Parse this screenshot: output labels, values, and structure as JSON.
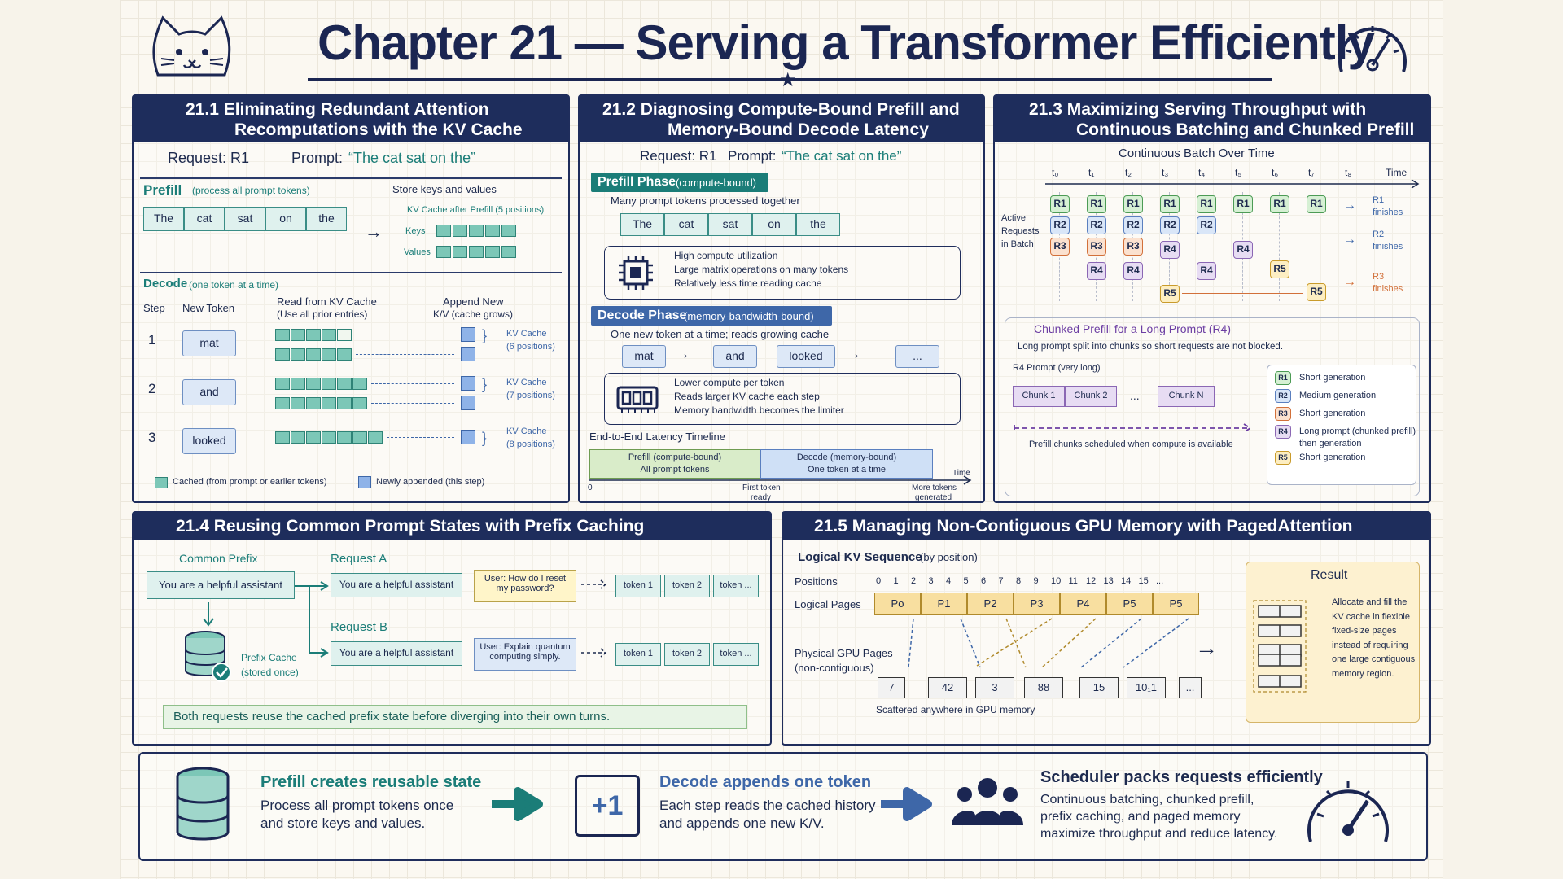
{
  "title": "Chapter 21 — Serving a Transformer Efficiently",
  "p1": {
    "head1": "21.1  Eliminating Redundant Attention",
    "head2": "Recomputations with the KV Cache",
    "request": "Request: R1",
    "prompt_label": "Prompt:",
    "prompt": "“The cat sat on the”",
    "prefill": "Prefill",
    "prefill_note": "(process all prompt tokens)",
    "tokens": [
      "The",
      "cat",
      "sat",
      "on",
      "the"
    ],
    "store": "Store keys and values",
    "kv_after": "KV Cache after Prefill (5 positions)",
    "keys": "Keys",
    "values": "Values",
    "decode": "Decode",
    "decode_note": "(one token at a time)",
    "col_step": "Step",
    "col_new": "New Token",
    "col_read1": "Read from KV Cache",
    "col_read2": "(Use all prior entries)",
    "col_app1": "Append New",
    "col_app2": "K/V (cache grows)",
    "rows": [
      {
        "step": "1",
        "token": "mat",
        "kv1": "KV Cache",
        "kv2": "(6 positions)"
      },
      {
        "step": "2",
        "token": "and",
        "kv1": "KV Cache",
        "kv2": "(7 positions)"
      },
      {
        "step": "3",
        "token": "looked",
        "kv1": "KV Cache",
        "kv2": "(8 positions)"
      }
    ],
    "legend_cached": "Cached (from prompt or earlier tokens)",
    "legend_new": "Newly appended (this step)"
  },
  "p2": {
    "head1": "21.2  Diagnosing Compute-Bound Prefill and",
    "head2": "Memory-Bound Decode Latency",
    "request": "Request: R1",
    "prompt_label": "Prompt:",
    "prompt": "“The cat sat on the”",
    "prefill_tag": "Prefill Phase",
    "prefill_tag_note": "(compute-bound)",
    "prefill_sub": "Many prompt tokens processed together",
    "tokens": [
      "The",
      "cat",
      "sat",
      "on",
      "the"
    ],
    "prefill_lines": [
      "High compute utilization",
      "Large matrix operations on many tokens",
      "Relatively less time reading cache"
    ],
    "decode_tag": "Decode Phase",
    "decode_tag_note": "(memory-bandwidth-bound)",
    "decode_sub": "One new token at a time; reads growing cache",
    "decode_tokens": [
      "mat",
      "and",
      "looked",
      "..."
    ],
    "decode_lines": [
      "Lower compute per token",
      "Reads larger KV cache each step",
      "Memory bandwidth becomes the limiter"
    ],
    "timeline": "End-to-End Latency Timeline",
    "bar_prefill1": "Prefill (compute-bound)",
    "bar_prefill2": "All prompt tokens",
    "bar_decode1": "Decode (memory-bound)",
    "bar_decode2": "One token at a time",
    "time": "Time",
    "zero": "0",
    "first1": "First token",
    "first2": "ready",
    "more1": "More tokens",
    "more2": "generated"
  },
  "p3": {
    "head1": "21.3  Maximizing Serving Throughput with",
    "head2": "Continuous Batching and Chunked Prefill",
    "cb_title": "Continuous Batch Over Time",
    "ticks": [
      "t₀",
      "t₁",
      "t₂",
      "t₃",
      "t₄",
      "t₅",
      "t₆",
      "t₇",
      "t₈"
    ],
    "time": "Time",
    "active": [
      "Active",
      "Requests",
      "in Batch"
    ],
    "r1fin1": "R1",
    "r1fin2": "finishes",
    "r2fin1": "R2",
    "r2fin2": "finishes",
    "r3fin1": "R3",
    "r3fin2": "finishes",
    "chunk_title": "Chunked Prefill for a Long Prompt (R4)",
    "chunk_sub": "Long prompt split into chunks so short requests are not blocked.",
    "r4prompt": "R4 Prompt (very long)",
    "chunks": [
      "Chunk 1",
      "Chunk 2",
      "...",
      "Chunk N"
    ],
    "sched": "Prefill chunks scheduled when compute is available",
    "legend": [
      {
        "id": "R1",
        "text": "Short generation"
      },
      {
        "id": "R2",
        "text": "Medium generation"
      },
      {
        "id": "R3",
        "text": "Short generation"
      },
      {
        "id": "R4",
        "text": "Long prompt (chunked prefill)",
        "text2": "then generation"
      },
      {
        "id": "R5",
        "text": "Short generation"
      }
    ]
  },
  "p4": {
    "head": "21.4  Reusing Common Prompt States with Prefix Caching",
    "common": "Common Prefix",
    "prefix": "You are a helpful assistant",
    "req_a": "Request A",
    "req_b": "Request B",
    "user_a1": "User: How do I reset",
    "user_a2": "my password?",
    "user_b1": "User: Explain quantum",
    "user_b2": "computing simply.",
    "tok": [
      "token 1",
      "token 2",
      "token ..."
    ],
    "cache1": "Prefix Cache",
    "cache2": "(stored once)",
    "note": "Both requests reuse the cached prefix state before diverging into their own turns."
  },
  "p5": {
    "head": "21.5  Managing Non-Contiguous GPU Memory with PagedAttention",
    "logical": "Logical KV Sequence",
    "logical_note": "(by position)",
    "positions": "Positions",
    "pos": [
      "0",
      "1",
      "2",
      "3",
      "4",
      "5",
      "6",
      "7",
      "8",
      "9",
      "10",
      "11",
      "12",
      "13",
      "14",
      "15",
      "..."
    ],
    "logical_pages": "Logical Pages",
    "pages": [
      "Po",
      "P1",
      "P2",
      "P3",
      "P4",
      "P5",
      "P5"
    ],
    "phys1": "Physical GPU Pages",
    "phys2": "(non-contiguous)",
    "phys_pages": [
      "7",
      "42",
      "3",
      "88",
      "15",
      "10₁1",
      "..."
    ],
    "scattered": "Scattered anywhere in GPU memory",
    "result": "Result",
    "result_lines": [
      "Allocate and fill the",
      "KV cache in flexible",
      "fixed-size pages",
      "instead of requiring",
      "one large contiguous",
      "memory region."
    ]
  },
  "footer": [
    {
      "title": "Prefill creates reusable state",
      "l1": "Process all prompt tokens once",
      "l2": "and store keys and values."
    },
    {
      "badge": "+1",
      "title": "Decode appends one token",
      "l1": "Each step reads the cached history",
      "l2": "and appends one new K/V."
    },
    {
      "title": "Scheduler packs requests efficiently",
      "l1": "Continuous batching, chunked prefill,",
      "l2": "prefix caching, and paged memory",
      "l3": "maximize throughput and reduce latency."
    }
  ],
  "colors": {
    "navy": "#1e2d5c",
    "teal": "#1b7d78",
    "blue": "#3e67a8"
  }
}
